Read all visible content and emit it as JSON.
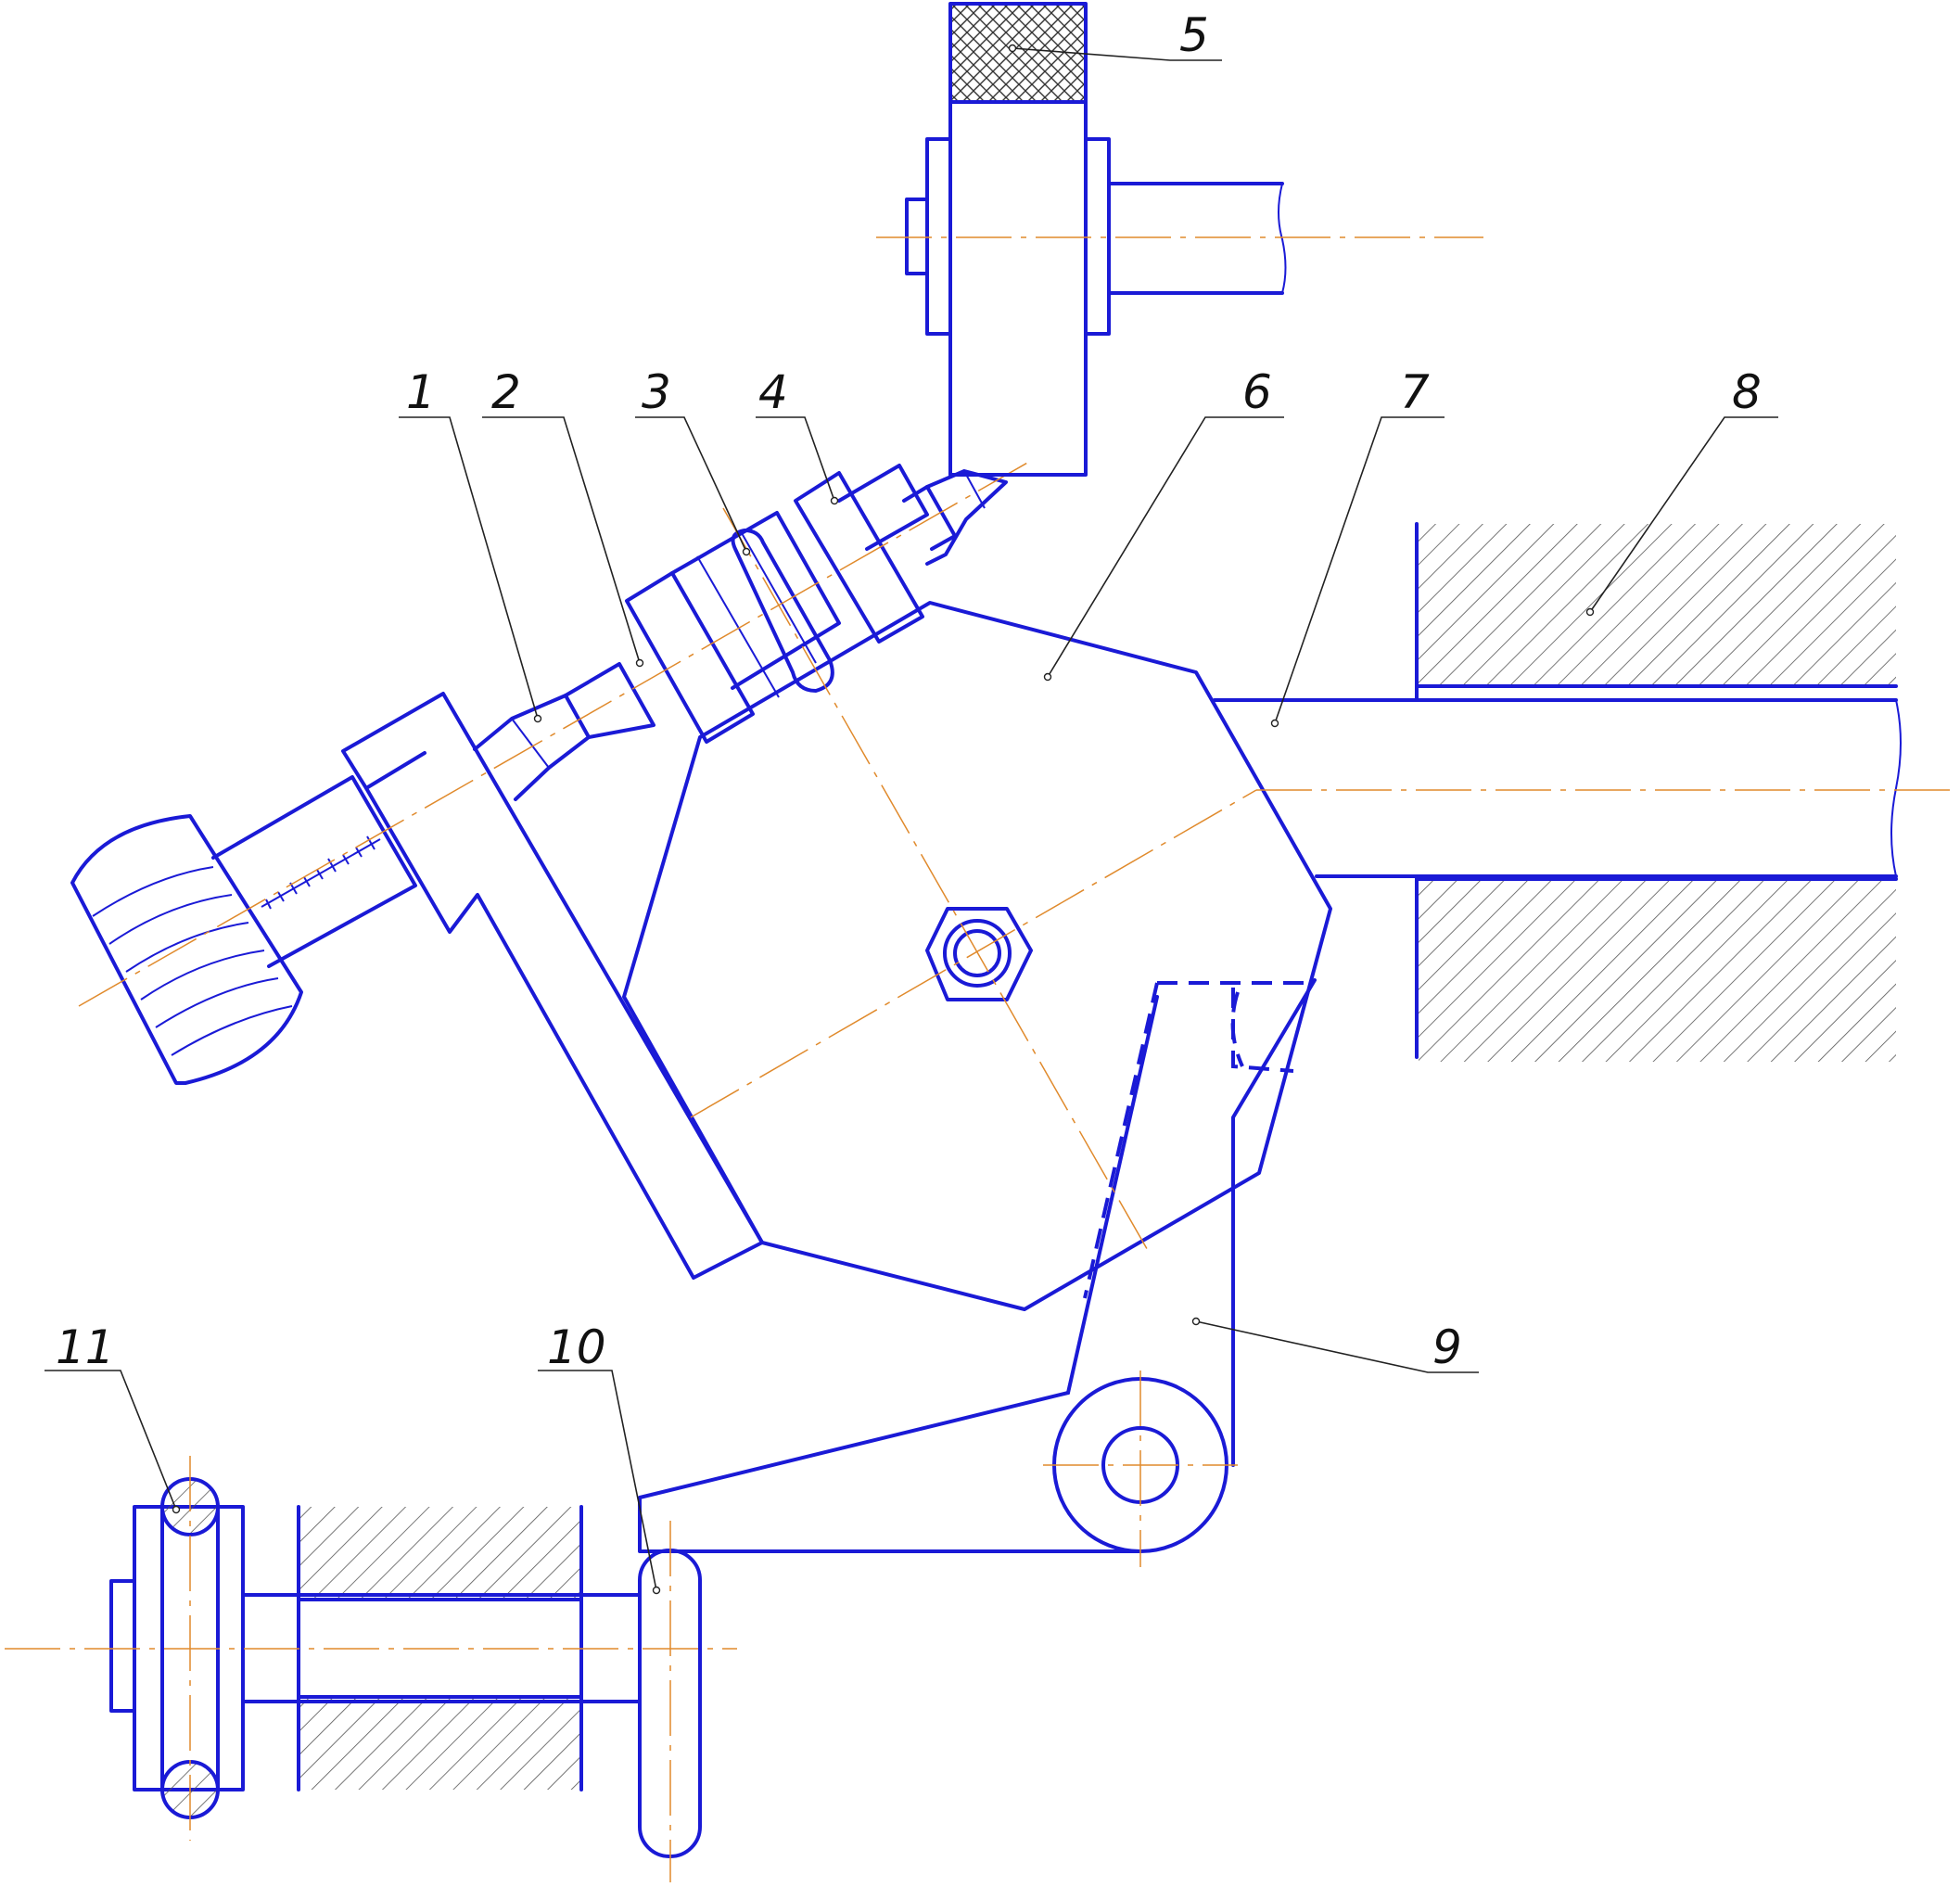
{
  "colors": {
    "part_line": "#1a1ad6",
    "axis_line": "#e08a2c",
    "hatch_line": "#555555",
    "leader_line": "#222222",
    "label_text": "#111111"
  },
  "callouts": [
    {
      "number": "1"
    },
    {
      "number": "2"
    },
    {
      "number": "3"
    },
    {
      "number": "4"
    },
    {
      "number": "5"
    },
    {
      "number": "6"
    },
    {
      "number": "7"
    },
    {
      "number": "8"
    },
    {
      "number": "9"
    },
    {
      "number": "10"
    },
    {
      "number": "11"
    }
  ]
}
